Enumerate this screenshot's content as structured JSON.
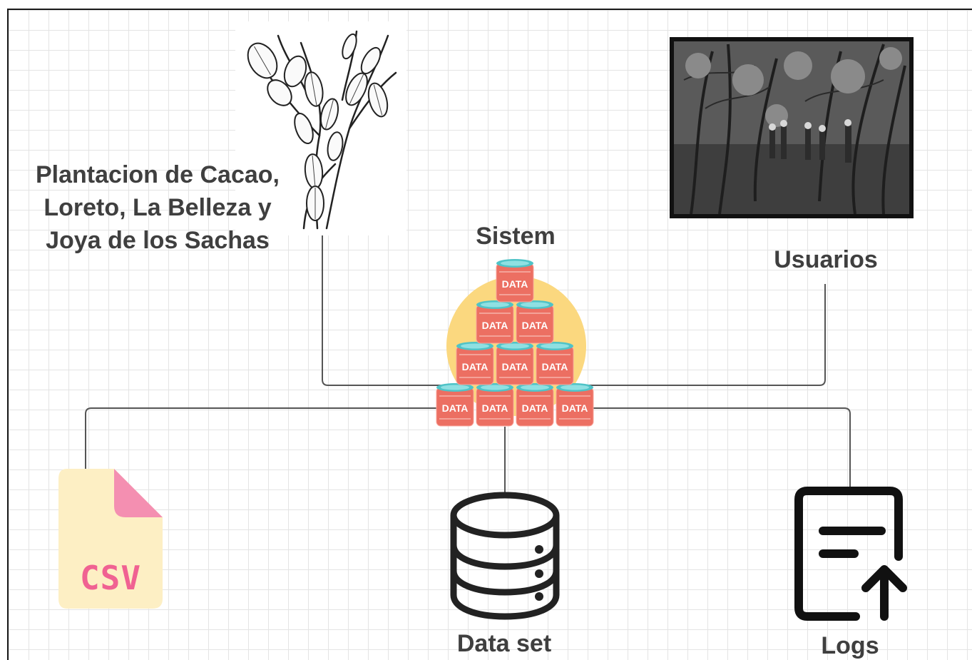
{
  "nodes": {
    "plantation": {
      "lines": [
        "Plantacion de Cacao,",
        "Loreto, La Belleza y",
        "Joya de los Sachas"
      ]
    },
    "system": {
      "label": "Sistem",
      "can_label": "DATA"
    },
    "users": {
      "label": "Usuarios"
    },
    "csv": {
      "label": "CSV"
    },
    "dataset": {
      "label": "Data set"
    },
    "logs": {
      "label": "Logs"
    }
  },
  "colors": {
    "can_body": "#ec6f62",
    "can_top": "#4fc3c7",
    "sun": "#fbd87f",
    "csv_page": "#fdefc4",
    "csv_fold": "#f48fb1",
    "text": "#3f3f3f"
  }
}
